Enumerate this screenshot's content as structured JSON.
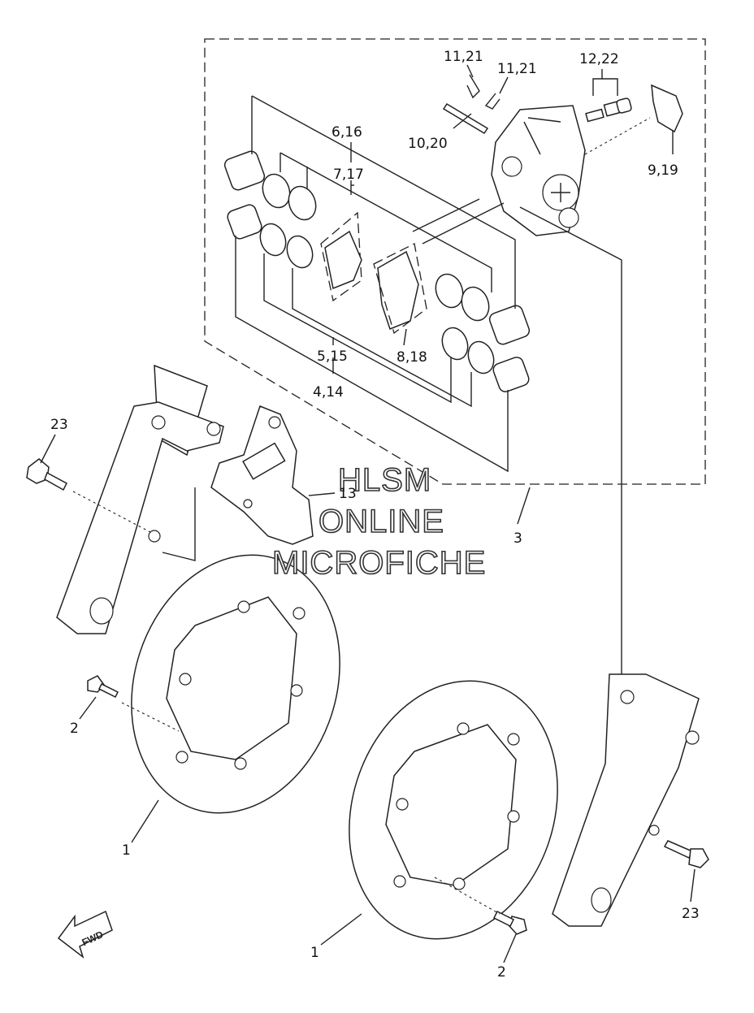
{
  "callouts": {
    "c_11_21_a": "11,21",
    "c_11_21_b": "11,21",
    "c_12_22": "12,22",
    "c_10_20": "10,20",
    "c_9_19": "9,19",
    "c_6_16": "6,16",
    "c_7_17": "7,17",
    "c_5_15": "5,15",
    "c_8_18": "8,18",
    "c_4_14": "4,14",
    "c_23_a": "23",
    "c_13": "13",
    "c_3": "3",
    "c_2_a": "2",
    "c_1_a": "1",
    "c_1_b": "1",
    "c_2_b": "2",
    "c_23_b": "23"
  },
  "watermark": {
    "line1": "HLSM",
    "line2": "ONLINE",
    "line3": "MICROFICHE"
  },
  "direction_badge": "FWD",
  "colors": {
    "ink": "#222222",
    "paper": "#ffffff"
  }
}
